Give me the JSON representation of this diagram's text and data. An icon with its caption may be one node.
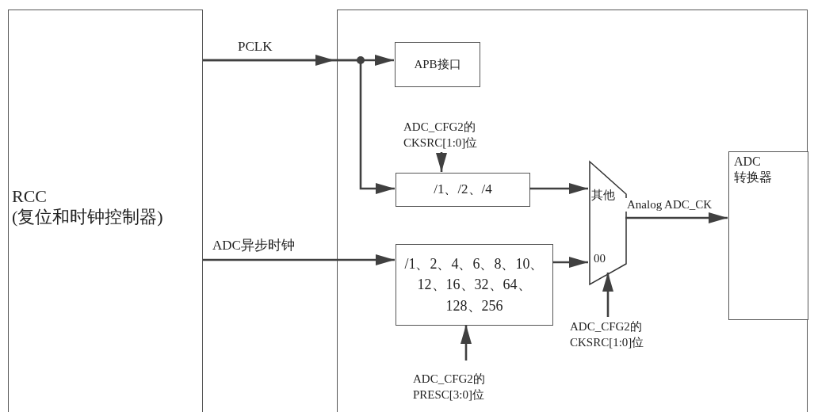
{
  "diagram": {
    "nodes": [
      {
        "text": [
          "RCC (复位和时钟控制器)"
        ]
      },
      {
        "text": [],
        "shape": "box"
      },
      {
        "text": [
          "APB接口"
        ],
        "in": 1
      },
      {
        "text": [
          "/1、/2、/4"
        ],
        "in": 1
      },
      {
        "text": [
          "/1、2、4、6、8、10、12、16、32、64、128、256"
        ],
        "in": 1
      },
      {
        "text": [
          "其他",
          "00"
        ],
        "in": 1
      },
      {
        "text": [
          "ADC 转换器"
        ],
        "in": 1
      },
      {
        "text": [
          "ADC_CFG2的 CKSRC[1:0]位"
        ],
        "in": 1
      },
      {
        "text": [
          "ADC_CFG2的 PRESC[3:0]位"
        ],
        "in": 1
      },
      {
        "text": [
          "ADC_CFG2的 CKSRC[1:0]位"
        ],
        "in": 1
      }
    ],
    "edges": [
      {
        "from": 0,
        "to": 2,
        "arrow": "to",
        "label": "PCLK"
      },
      {
        "from": 0,
        "to": 3,
        "arrow": "to"
      },
      {
        "from": 0,
        "to": 4,
        "arrow": "to",
        "label": "ADC异步时钟"
      },
      {
        "from": 7,
        "to": 3,
        "arrow": "to"
      },
      {
        "from": 3,
        "to": 5,
        "arrow": "to"
      },
      {
        "from": 4,
        "to": 5,
        "arrow": "to"
      },
      {
        "from": 8,
        "to": 4,
        "arrow": "to"
      },
      {
        "from": 9,
        "to": 5,
        "arrow": "to"
      },
      {
        "from": 5,
        "to": 6,
        "arrow": "to",
        "label": "Analog ADC_CK"
      }
    ]
  }
}
